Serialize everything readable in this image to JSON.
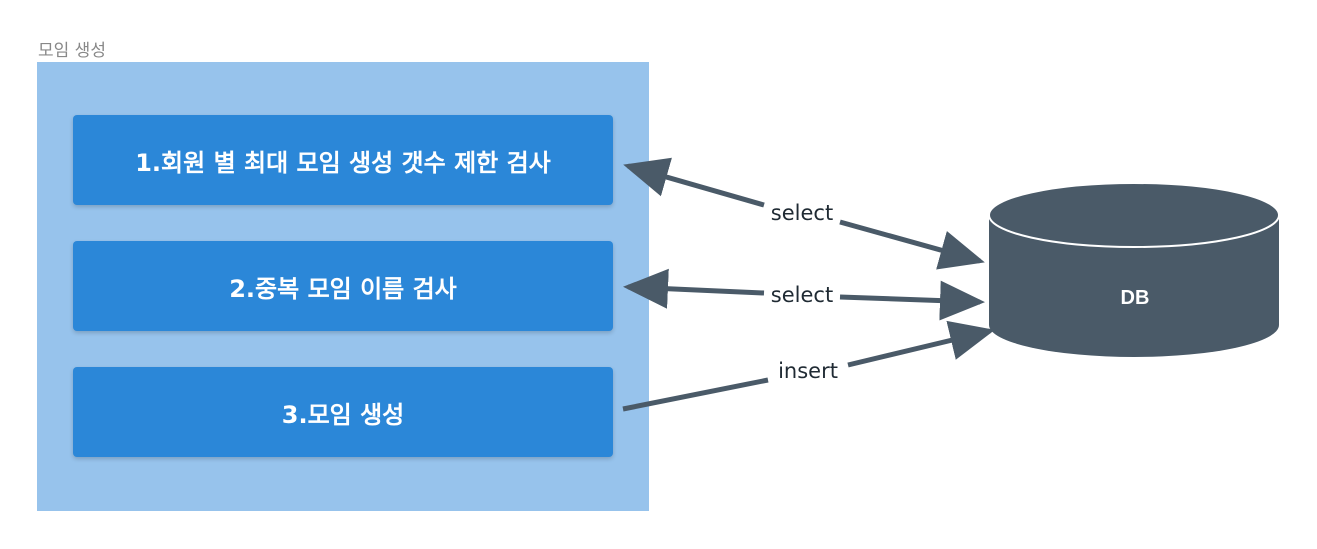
{
  "group": {
    "title": "모임 생성"
  },
  "steps": [
    {
      "label": "1.회원 별 최대 모임 생성 갯수 제한 검사"
    },
    {
      "label": "2.중복 모임 이름 검사"
    },
    {
      "label": "3.모임 생성"
    }
  ],
  "database": {
    "label": "DB"
  },
  "connections": [
    {
      "label": "select",
      "direction": "bidirectional"
    },
    {
      "label": "select",
      "direction": "bidirectional"
    },
    {
      "label": "insert",
      "direction": "to-db"
    }
  ],
  "colors": {
    "container": "#97c3ec",
    "step": "#2b87d8",
    "database": "#4a5a68",
    "arrow": "#4a5a68"
  }
}
